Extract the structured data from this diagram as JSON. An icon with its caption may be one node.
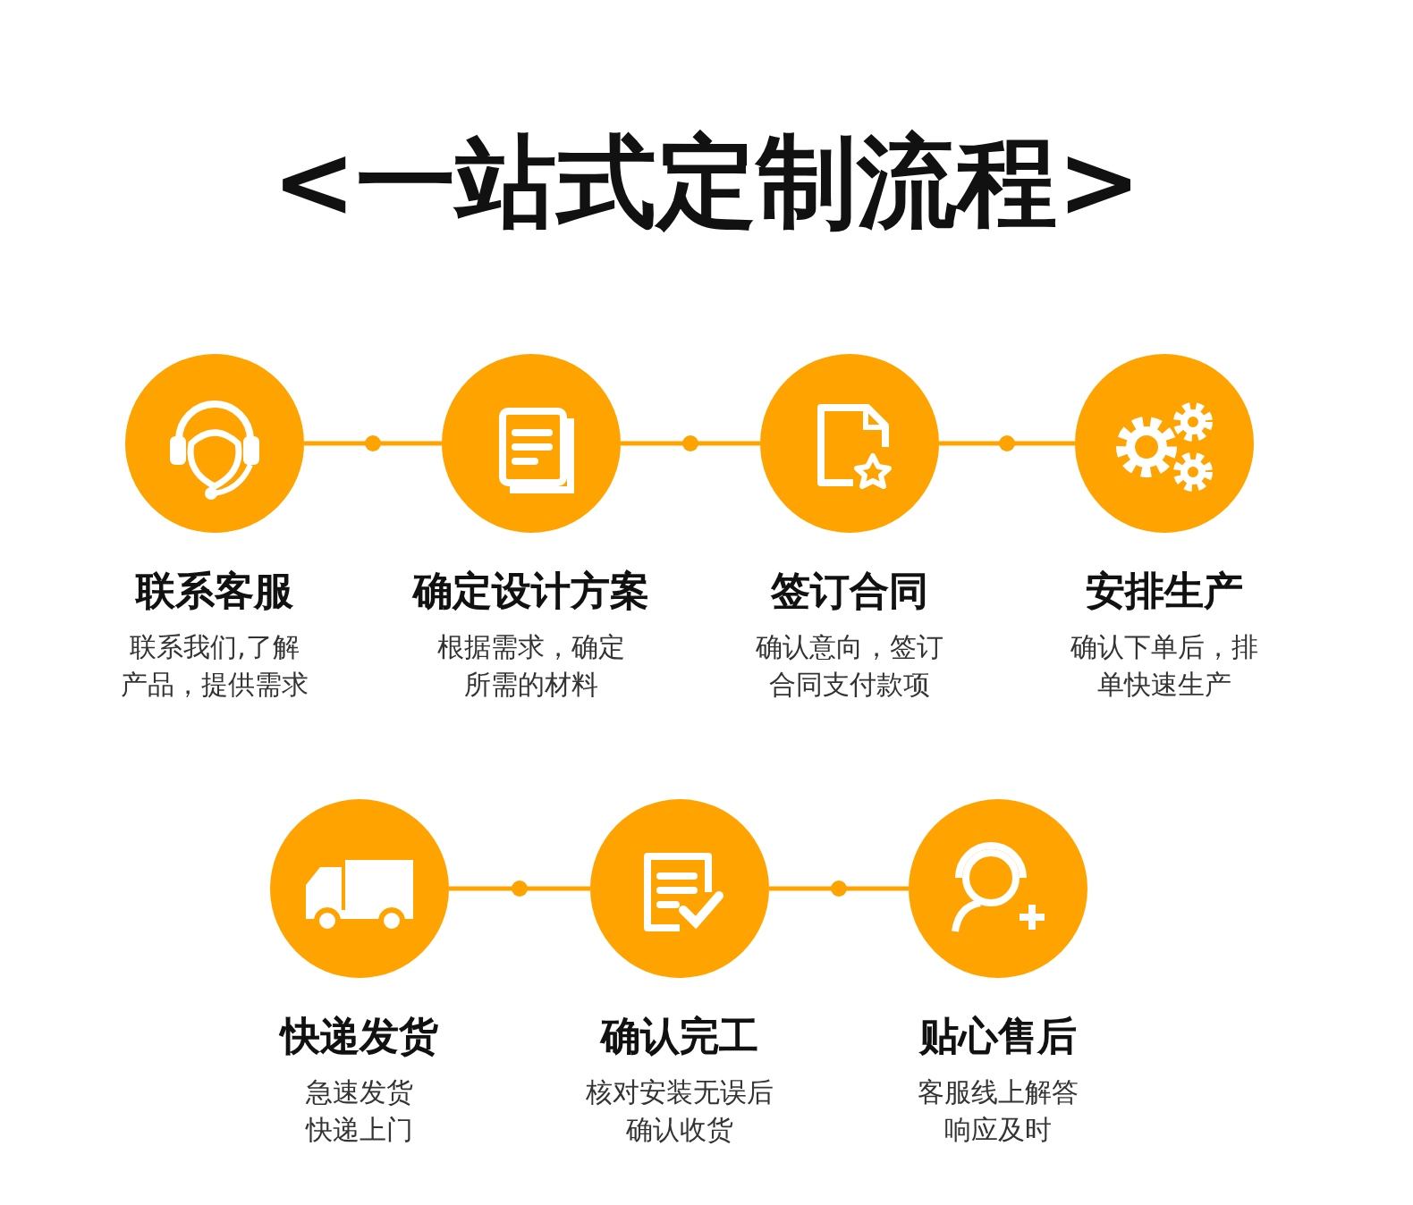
{
  "diagram": {
    "title": "<一站式定制流程>",
    "nodes": [
      {
        "text": [
          "联系客服",
          "联系我们,了解产品，提供需求"
        ]
      },
      {
        "text": [
          "确定设计方案",
          "根据需求，确定所需的材料"
        ]
      },
      {
        "text": [
          "签订合同",
          "确认意向，签订合同支付款项"
        ]
      },
      {
        "text": [
          "安排生产",
          "确认下单后，排单快速生产"
        ]
      },
      {
        "text": [
          "快递发货",
          "急速发货快递上门"
        ]
      },
      {
        "text": [
          "确认完工",
          "核对安装无误后确认收货"
        ]
      },
      {
        "text": [
          "贴心售后",
          "客服线上解答响应及时"
        ]
      }
    ],
    "edges": [
      {
        "from": 0,
        "to": 1,
        "arrow": "none"
      },
      {
        "from": 1,
        "to": 2,
        "arrow": "none"
      },
      {
        "from": 2,
        "to": 3,
        "arrow": "none"
      },
      {
        "from": 4,
        "to": 5,
        "arrow": "none"
      },
      {
        "from": 5,
        "to": 6,
        "arrow": "none"
      }
    ]
  }
}
